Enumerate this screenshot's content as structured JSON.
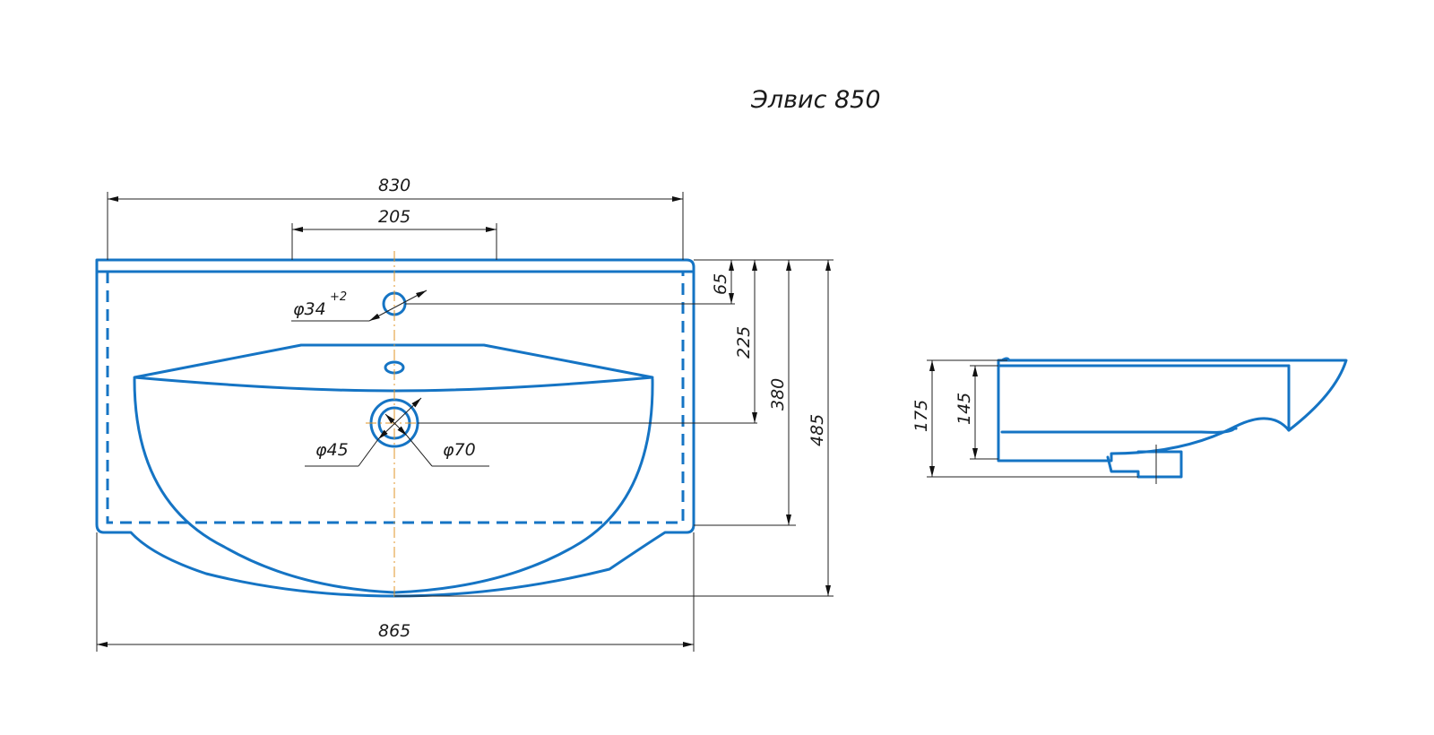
{
  "title": "Элвис 850",
  "dimensions": {
    "top_width": "830",
    "tap_span": "205",
    "tap_hole_dia": "φ34",
    "tap_hole_tol": "+2",
    "drain_inner": "φ45",
    "drain_outer": "φ70",
    "dim_65": "65",
    "dim_225": "225",
    "dim_380": "380",
    "dim_485": "485",
    "bottom_width": "865",
    "side_height_total": "175",
    "side_height_bowl": "145"
  },
  "colors": {
    "outline": "#1574c4",
    "centerline": "#e0962a",
    "dimension": "#222222"
  }
}
